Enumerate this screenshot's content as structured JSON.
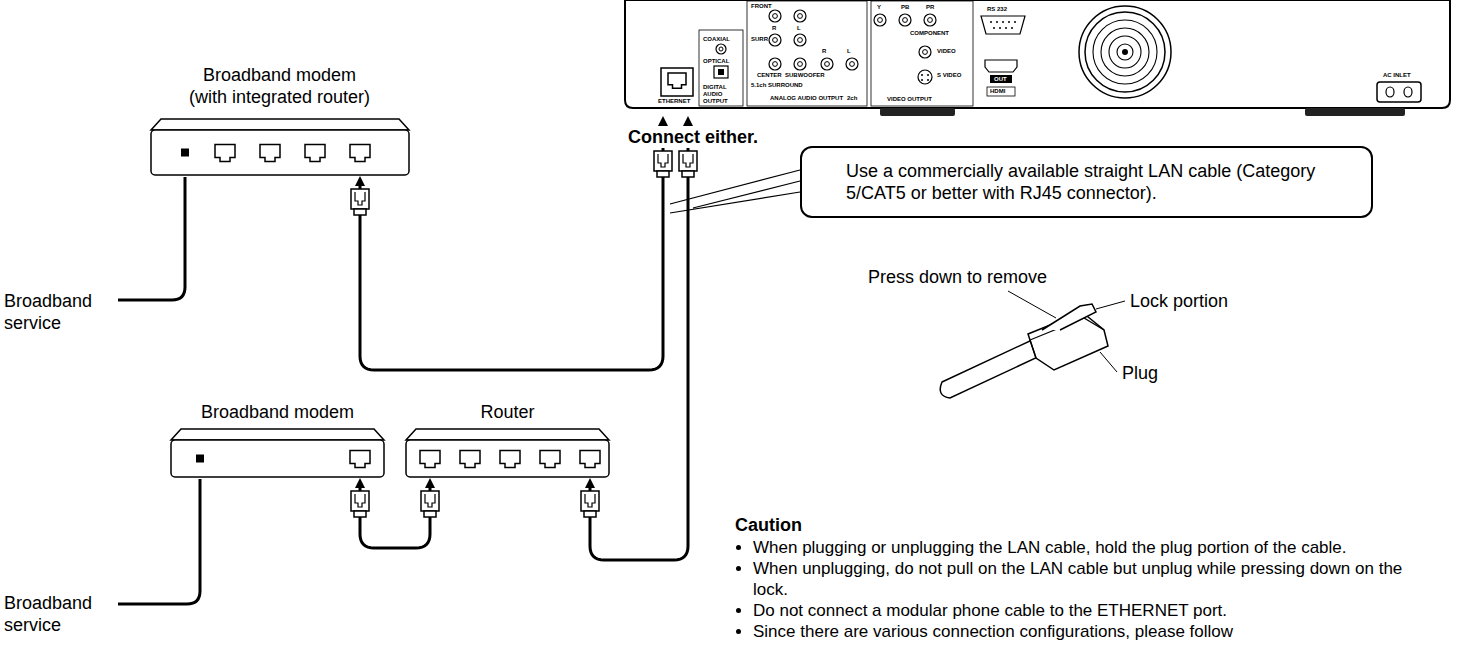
{
  "diagram": {
    "nodes": [
      {
        "text": [
          "ETHERNET",
          "COAXIAL",
          "OPTICAL",
          "DIGITAL AUDIO OUTPUT",
          "FRONT",
          "R",
          "L",
          "SURR",
          "CENTER",
          "SUBWOOFER",
          "5.1ch SURROUND",
          "ANALOG AUDIO OUTPUT",
          "R",
          "L",
          "2ch",
          "Y",
          "PB",
          "PR",
          "COMPONENT",
          "VIDEO",
          "S VIDEO",
          "VIDEO OUTPUT",
          "RS 232",
          "OUT",
          "HDMI",
          "AC INLET"
        ]
      },
      {
        "text": [
          "Broadband modem (with integrated router)"
        ]
      },
      {
        "text": [
          "Use a commercially available straight LAN cable (Category 5/CAT5 or better with RJ45 connector)."
        ]
      },
      {
        "text": [
          "Broadband modem"
        ]
      },
      {
        "text": [
          "Router"
        ]
      }
    ],
    "edges": [
      {
        "from": 1,
        "to": 0,
        "arrow": "both"
      },
      {
        "from": 3,
        "to": 4,
        "arrow": "both"
      },
      {
        "from": 4,
        "to": 0,
        "arrow": "both"
      }
    ],
    "labels": [
      "Connect either.",
      "Broadband service",
      "Broadband service",
      "Press down to remove",
      "Lock portion",
      "Plug",
      "Caution",
      "When plugging or unplugging the LAN cable, hold the plug portion of the cable.",
      "When unplugging, do not pull on the LAN cable but unplug while pressing down on the lock.",
      "Do not connect a modular phone cable to the ETHERNET port.",
      "Since there are various connection configurations, please follow"
    ]
  }
}
